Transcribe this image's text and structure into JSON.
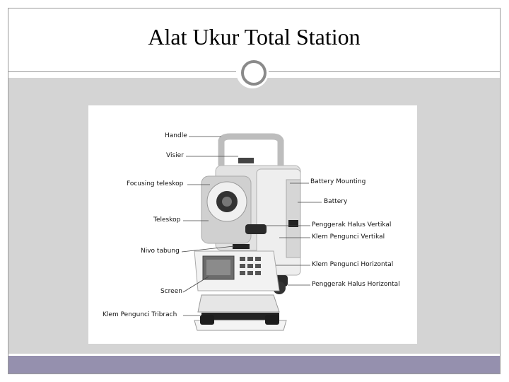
{
  "slide": {
    "title": "Alat Ukur Total Station"
  },
  "figure": {
    "labels_left": [
      "Handle",
      "Visier",
      "Focusing teleskop",
      "Teleskop",
      "Nivo tabung",
      "Screen",
      "Klem Pengunci Tribrach"
    ],
    "labels_right": [
      "Battery Mounting",
      "Battery",
      "Penggerak Halus Vertikal",
      "Klem Pengunci Vertikal",
      "Klem Pengunci Horizontal",
      "Penggerak Halus Horizontal"
    ]
  },
  "colors": {
    "content_bg": "#d4d4d4",
    "footer_bar": "#9590ae",
    "frame_border": "#9a9a9a"
  }
}
